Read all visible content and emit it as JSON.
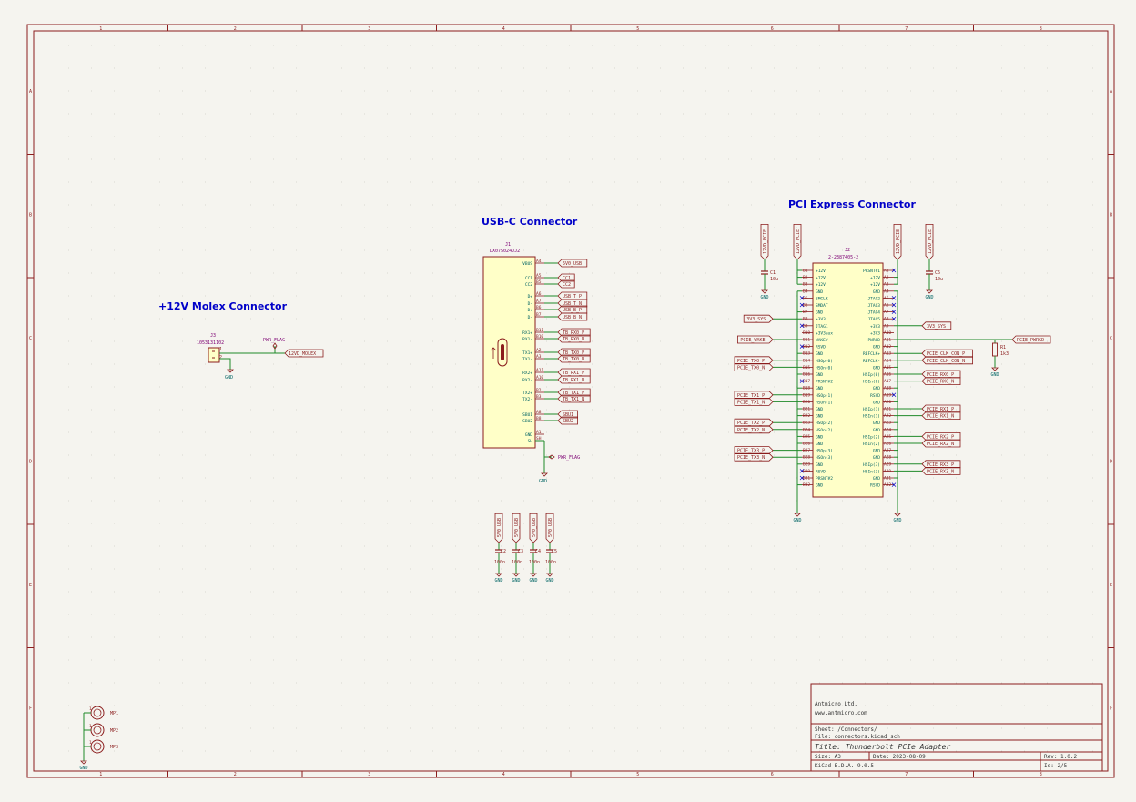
{
  "sheet": {
    "col_numbers": [
      "1",
      "2",
      "3",
      "4",
      "5",
      "6",
      "7",
      "8"
    ],
    "row_letters": [
      "A",
      "B",
      "C",
      "D",
      "E",
      "F"
    ]
  },
  "colors": {
    "background": "#f5f4ef",
    "border": "#8b1d1d",
    "wire": "#1f8a2a",
    "body_fill": "#ffffc8",
    "text_blue": "#0000c8",
    "pin_text": "#8b1d1d",
    "label_text": "#006464",
    "purple": "#7d0073"
  },
  "molex": {
    "title": "+12V Molex Connector",
    "ref": "J3",
    "part": "1053131102",
    "pwr_flag": "PWR_FLAG",
    "net_label": "12VD_MOLEX",
    "gnd": "GND",
    "pin1": "1",
    "pin2": "2"
  },
  "usbc": {
    "title": "USB-C Connector",
    "ref": "J1",
    "part": "DX07S024JJ2",
    "pins": [
      {
        "num": "A4",
        "name": "VBUS",
        "net": "5V0_USB"
      },
      {
        "num": "A5",
        "name": "CC1",
        "net": "CC1"
      },
      {
        "num": "B5",
        "name": "CC2",
        "net": "CC2"
      },
      {
        "num": "A6",
        "name": "D+",
        "net": "USB_T_P"
      },
      {
        "num": "A7",
        "name": "D-",
        "net": "USB_T_N"
      },
      {
        "num": "B6",
        "name": "D+",
        "net": "USB_B_P"
      },
      {
        "num": "B7",
        "name": "D-",
        "net": "USB_B_N"
      },
      {
        "num": "B11",
        "name": "RX1+",
        "net": "TB_RX0_P"
      },
      {
        "num": "B10",
        "name": "RX1-",
        "net": "TB_RX0_N"
      },
      {
        "num": "A2",
        "name": "TX1+",
        "net": "TB_TX0_P"
      },
      {
        "num": "A3",
        "name": "TX1-",
        "net": "TB_TX0_N"
      },
      {
        "num": "A11",
        "name": "RX2+",
        "net": "TB_RX1_P"
      },
      {
        "num": "A10",
        "name": "RX2-",
        "net": "TB_RX1_N"
      },
      {
        "num": "B2",
        "name": "TX2+",
        "net": "TB_TX1_P"
      },
      {
        "num": "B3",
        "name": "TX2-",
        "net": "TB_TX1_N"
      },
      {
        "num": "A8",
        "name": "SBU1",
        "net": "SBU1"
      },
      {
        "num": "B8",
        "name": "SBU2",
        "net": "SBU2"
      },
      {
        "num": "A1",
        "name": "GND",
        "net": ""
      },
      {
        "num": "SH",
        "name": "SH",
        "net": ""
      }
    ],
    "pwr_flag": "PWR_FLAG",
    "gnd": "GND"
  },
  "decoupling": [
    {
      "ref": "C2",
      "value": "100n",
      "net": "5V0_USB",
      "gnd": "GND"
    },
    {
      "ref": "C3",
      "value": "100n",
      "net": "5V0_USB",
      "gnd": "GND"
    },
    {
      "ref": "C4",
      "value": "100n",
      "net": "5V0_USB",
      "gnd": "GND"
    },
    {
      "ref": "C5",
      "value": "100n",
      "net": "5V0_USB",
      "gnd": "GND"
    }
  ],
  "pcie": {
    "title": "PCI Express Connector",
    "ref": "J2",
    "part": "2-2387405-2",
    "left_pins": [
      {
        "num": "B1",
        "name": "+12V"
      },
      {
        "num": "B2",
        "name": "+12V"
      },
      {
        "num": "B3",
        "name": "+12V"
      },
      {
        "num": "B4",
        "name": "GND"
      },
      {
        "num": "B5",
        "name": "SMCLK"
      },
      {
        "num": "B6",
        "name": "SMDAT"
      },
      {
        "num": "B7",
        "name": "GND"
      },
      {
        "num": "B8",
        "name": "+3V3"
      },
      {
        "num": "B9",
        "name": "JTAG1"
      },
      {
        "num": "B10",
        "name": "+3V3aux"
      },
      {
        "num": "B11",
        "name": "WAKE#"
      },
      {
        "num": "B12",
        "name": "RSVD"
      },
      {
        "num": "B13",
        "name": "GND"
      },
      {
        "num": "B14",
        "name": "HSOp(0)"
      },
      {
        "num": "B15",
        "name": "HSOn(0)"
      },
      {
        "num": "B16",
        "name": "GND"
      },
      {
        "num": "B17",
        "name": "PRSNT#2"
      },
      {
        "num": "B18",
        "name": "GND"
      },
      {
        "num": "B19",
        "name": "HSOp(1)"
      },
      {
        "num": "B20",
        "name": "HSOn(1)"
      },
      {
        "num": "B21",
        "name": "GND"
      },
      {
        "num": "B22",
        "name": "GND"
      },
      {
        "num": "B23",
        "name": "HSOp(2)"
      },
      {
        "num": "B24",
        "name": "HSOn(2)"
      },
      {
        "num": "B25",
        "name": "GND"
      },
      {
        "num": "B26",
        "name": "GND"
      },
      {
        "num": "B27",
        "name": "HSOp(3)"
      },
      {
        "num": "B28",
        "name": "HSOn(3)"
      },
      {
        "num": "B29",
        "name": "GND"
      },
      {
        "num": "B30",
        "name": "RSVD"
      },
      {
        "num": "B31",
        "name": "PRSNT#2"
      },
      {
        "num": "B32",
        "name": "GND"
      }
    ],
    "right_pins": [
      {
        "num": "A1",
        "name": "PRSNT#1"
      },
      {
        "num": "A2",
        "name": "+12V"
      },
      {
        "num": "A3",
        "name": "+12V"
      },
      {
        "num": "A4",
        "name": "GND"
      },
      {
        "num": "A5",
        "name": "JTAG2"
      },
      {
        "num": "A6",
        "name": "JTAG3"
      },
      {
        "num": "A7",
        "name": "JTAG4"
      },
      {
        "num": "A8",
        "name": "JTAG5"
      },
      {
        "num": "A9",
        "name": "+3V3"
      },
      {
        "num": "A10",
        "name": "+3V3"
      },
      {
        "num": "A11",
        "name": "PWRGD"
      },
      {
        "num": "A12",
        "name": "GND"
      },
      {
        "num": "A13",
        "name": "REFCLK+"
      },
      {
        "num": "A14",
        "name": "REFCLK-"
      },
      {
        "num": "A15",
        "name": "GND"
      },
      {
        "num": "A16",
        "name": "HSIp(0)"
      },
      {
        "num": "A17",
        "name": "HSIn(0)"
      },
      {
        "num": "A18",
        "name": "GND"
      },
      {
        "num": "A19",
        "name": "RSVD"
      },
      {
        "num": "A20",
        "name": "GND"
      },
      {
        "num": "A21",
        "name": "HSIp(1)"
      },
      {
        "num": "A22",
        "name": "HSIn(1)"
      },
      {
        "num": "A23",
        "name": "GND"
      },
      {
        "num": "A24",
        "name": "GND"
      },
      {
        "num": "A25",
        "name": "HSIp(2)"
      },
      {
        "num": "A26",
        "name": "HSIn(2)"
      },
      {
        "num": "A27",
        "name": "GND"
      },
      {
        "num": "A28",
        "name": "GND"
      },
      {
        "num": "A29",
        "name": "HSIp(3)"
      },
      {
        "num": "A30",
        "name": "HSIn(3)"
      },
      {
        "num": "A31",
        "name": "GND"
      },
      {
        "num": "A32",
        "name": "RSVD"
      }
    ],
    "left_labels": [
      {
        "pin": 7,
        "text": "3V3_SYS"
      },
      {
        "pin": 10,
        "text": "PCIE_WAKE"
      },
      {
        "pin": 13,
        "text": "PCIE_TX0_P"
      },
      {
        "pin": 14,
        "text": "PCIE_TX0_N"
      },
      {
        "pin": 18,
        "text": "PCIE_TX1_P"
      },
      {
        "pin": 19,
        "text": "PCIE_TX1_N"
      },
      {
        "pin": 22,
        "text": "PCIE_TX2_P"
      },
      {
        "pin": 23,
        "text": "PCIE_TX2_N"
      },
      {
        "pin": 26,
        "text": "PCIE_TX3_P"
      },
      {
        "pin": 27,
        "text": "PCIE_TX3_N"
      }
    ],
    "right_labels": [
      {
        "pin": 8,
        "text": "3V3_SYS"
      },
      {
        "pin": 10,
        "text": "PCIE_PWRGD"
      },
      {
        "pin": 12,
        "text": "PCIE_CLK_CON_P"
      },
      {
        "pin": 13,
        "text": "PCIE_CLK_CON_N"
      },
      {
        "pin": 15,
        "text": "PCIE_RX0_P"
      },
      {
        "pin": 16,
        "text": "PCIE_RX0_N"
      },
      {
        "pin": 20,
        "text": "PCIE_RX1_P"
      },
      {
        "pin": 21,
        "text": "PCIE_RX1_N"
      },
      {
        "pin": 24,
        "text": "PCIE_RX2_P"
      },
      {
        "pin": 25,
        "text": "PCIE_RX2_N"
      },
      {
        "pin": 28,
        "text": "PCIE_RX3_P"
      },
      {
        "pin": 29,
        "text": "PCIE_RX3_N"
      }
    ],
    "power_net": "12VD_PCIE",
    "c1": {
      "ref": "C1",
      "value": "10u"
    },
    "c6": {
      "ref": "C6",
      "value": "10u"
    },
    "r1": {
      "ref": "R1",
      "value": "1k3"
    },
    "gnd": "GND"
  },
  "mounting_holes": [
    {
      "ref": "MP1"
    },
    {
      "ref": "MP2"
    },
    {
      "ref": "MP3"
    }
  ],
  "mounting_gnd": "GND",
  "title_block": {
    "company": "Antmicro Ltd.",
    "website": "www.antmicro.com",
    "sheet": "Sheet: /Connectors/",
    "file": "File: connectors.kicad_sch",
    "title": "Title: Thunderbolt PCIe Adapter",
    "size": "Size: A3",
    "date": "Date: 2023-08-09",
    "rev": "Rev: 1.0.2",
    "tool": "KiCad E.D.A. 9.0.5",
    "id": "Id: 2/5"
  }
}
